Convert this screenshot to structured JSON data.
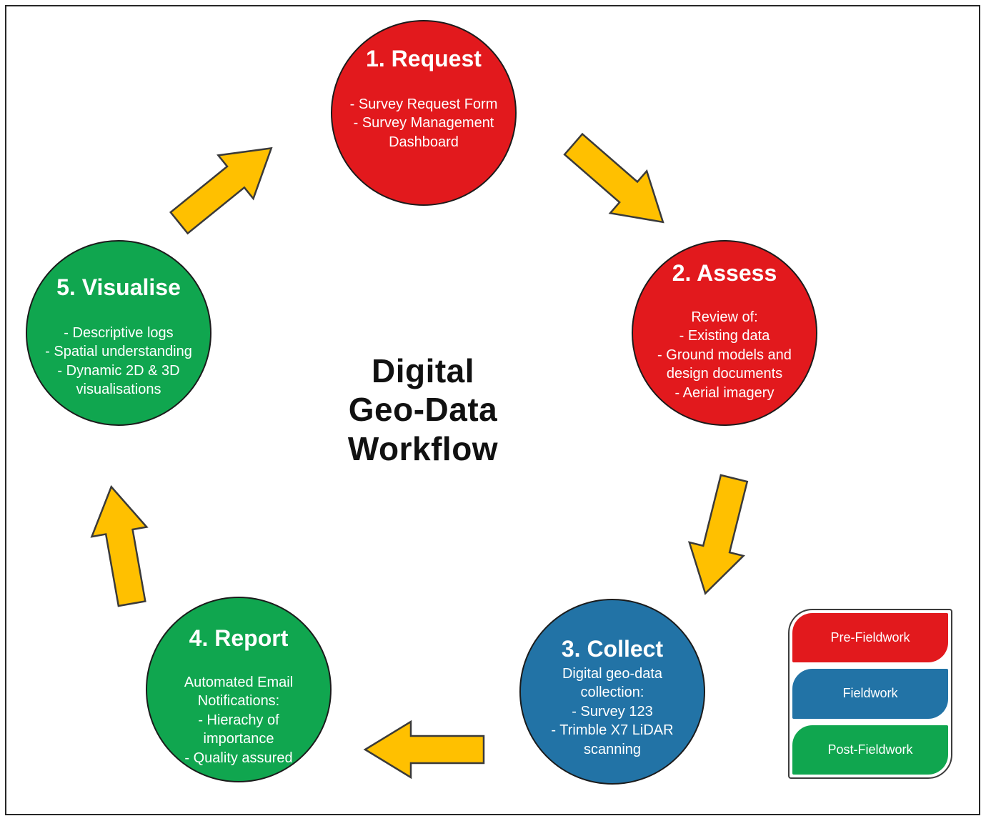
{
  "title": {
    "line1": "Digital",
    "line2": "Geo-Data",
    "line3": "Workflow"
  },
  "steps": [
    {
      "heading": "1. Request",
      "body": "- Survey Request Form\n- Survey Management\nDashboard",
      "color": "#E2191D",
      "phase": "Pre-Fieldwork"
    },
    {
      "heading": "2. Assess",
      "body": "Review of:\n- Existing data\n- Ground models and\ndesign documents\n- Aerial imagery",
      "color": "#E2191D",
      "phase": "Pre-Fieldwork"
    },
    {
      "heading": "3. Collect",
      "body": "Digital geo-data\ncollection:\n- Survey 123\n- Trimble X7 LiDAR\nscanning",
      "color": "#2273A6",
      "phase": "Fieldwork"
    },
    {
      "heading": "4. Report",
      "body": "Automated Email\nNotifications:\n- Hierachy of\nimportance\n- Quality assured",
      "color": "#10A64F",
      "phase": "Post-Fieldwork"
    },
    {
      "heading": "5. Visualise",
      "body": "- Descriptive logs\n- Spatial understanding\n- Dynamic 2D & 3D\nvisualisations",
      "color": "#10A64F",
      "phase": "Post-Fieldwork"
    }
  ],
  "legend": {
    "items": [
      {
        "label": "Pre-Fieldwork",
        "color": "#E2191D"
      },
      {
        "label": "Fieldwork",
        "color": "#2273A6"
      },
      {
        "label": "Post-Fieldwork",
        "color": "#10A64F"
      }
    ]
  },
  "colors": {
    "arrow_fill": "#FFC000",
    "arrow_stroke": "#3A3A3A",
    "circle_outline": "#1B1B1B",
    "title_text": "#111111",
    "step_text": "#FFFFFF",
    "page_background": "#FFFFFF",
    "page_border": "#262626"
  }
}
